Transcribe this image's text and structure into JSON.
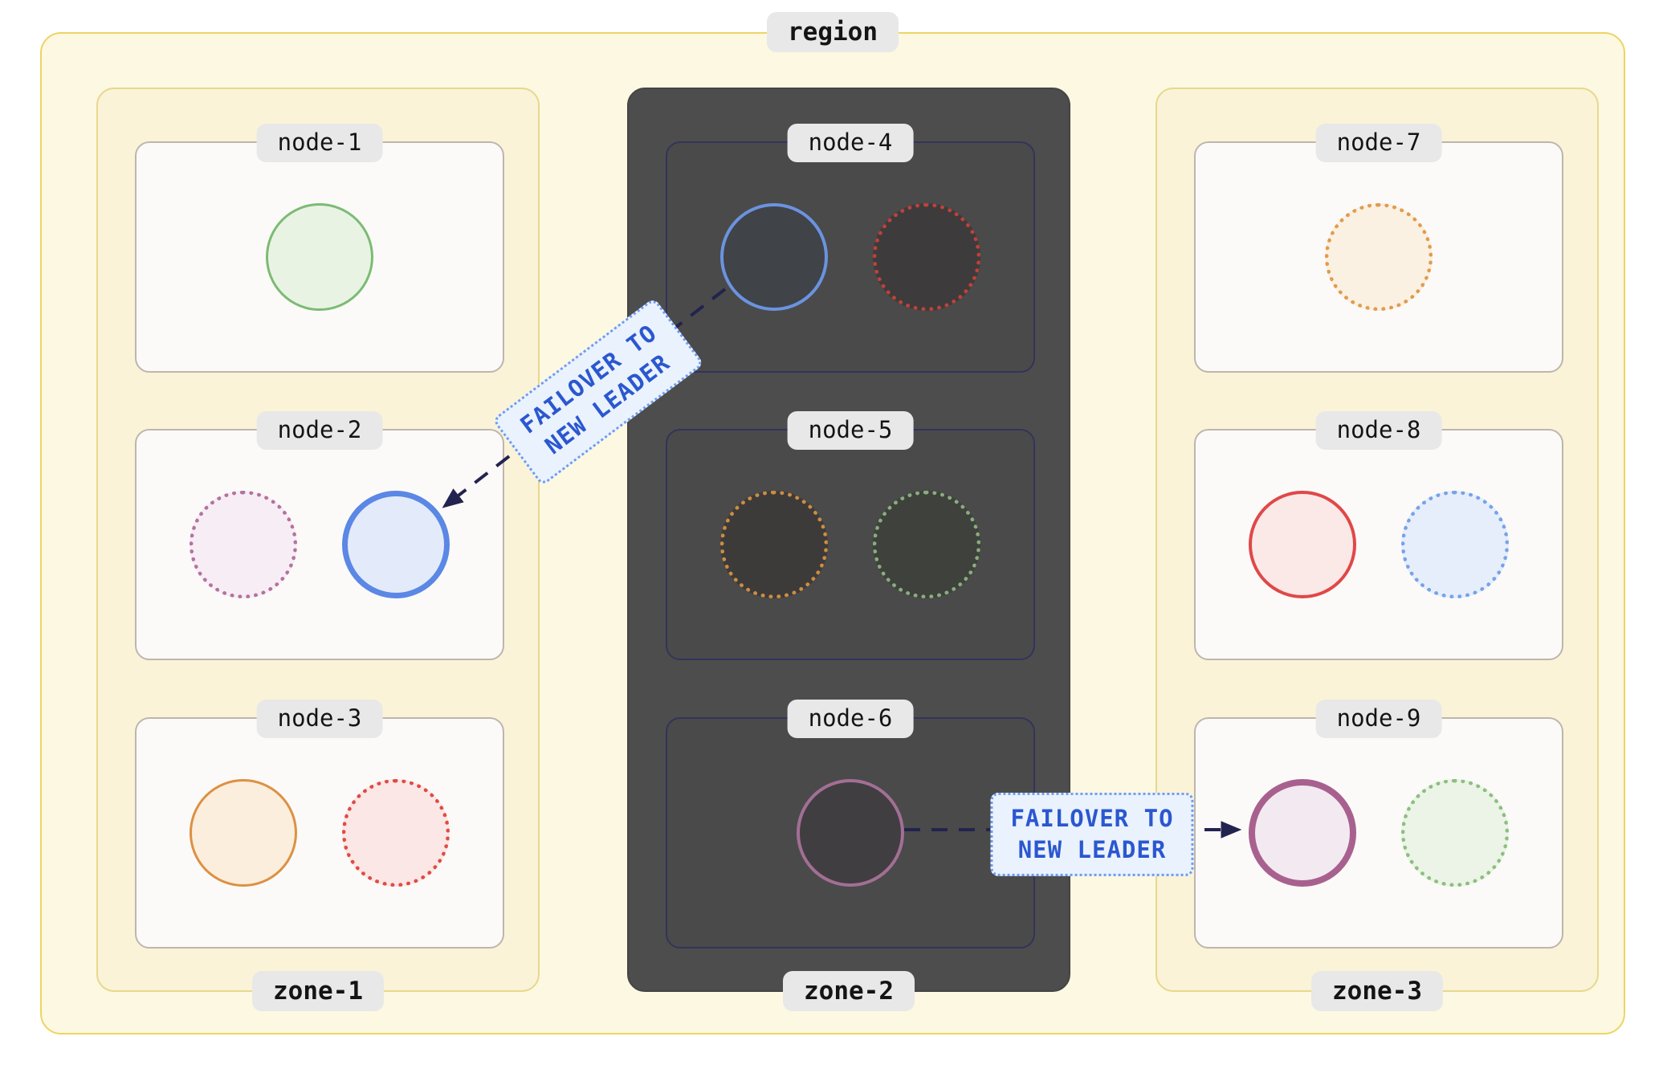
{
  "region": {
    "label": "region"
  },
  "zones": [
    {
      "label": "zone-1",
      "dark": false,
      "nodes": [
        {
          "label": "node-1",
          "circles": [
            {
              "border": "#7cbb74",
              "fill": "#e9f3e4",
              "style": "solid",
              "width": 3
            }
          ]
        },
        {
          "label": "node-2",
          "circles": [
            {
              "border": "#b4729f",
              "fill": "#f7eef5",
              "style": "dotted",
              "width": 5
            },
            {
              "border": "#5b87e5",
              "fill": "#e3ebfa",
              "style": "solid",
              "width": 7
            }
          ]
        },
        {
          "label": "node-3",
          "circles": [
            {
              "border": "#dd9043",
              "fill": "#fbeedd",
              "style": "solid",
              "width": 3
            },
            {
              "border": "#e04b43",
              "fill": "#fae7e6",
              "style": "dotted",
              "width": 5
            }
          ]
        }
      ]
    },
    {
      "label": "zone-2",
      "dark": true,
      "nodes": [
        {
          "label": "node-4",
          "circles": [
            {
              "border": "#6b93e0",
              "fill": "#404348",
              "style": "solid",
              "width": 4
            },
            {
              "border": "#c2403a",
              "fill": "#3d3b3b",
              "style": "dotted",
              "width": 5
            }
          ]
        },
        {
          "label": "node-5",
          "circles": [
            {
              "border": "#cd8d42",
              "fill": "#3d3b39",
              "style": "dotted",
              "width": 5
            },
            {
              "border": "#8aad7e",
              "fill": "#3e413c",
              "style": "dotted",
              "width": 5
            }
          ]
        },
        {
          "label": "node-6",
          "circles": [
            {
              "border": "#a26f95",
              "fill": "#413e41",
              "style": "solid",
              "width": 4
            }
          ]
        }
      ]
    },
    {
      "label": "zone-3",
      "dark": false,
      "nodes": [
        {
          "label": "node-7",
          "circles": [
            {
              "border": "#e29b4d",
              "fill": "#faf1e2",
              "style": "dotted",
              "width": 5
            }
          ]
        },
        {
          "label": "node-8",
          "circles": [
            {
              "border": "#e04848",
              "fill": "#fbe9e8",
              "style": "solid",
              "width": 4
            },
            {
              "border": "#76a3e8",
              "fill": "#e7eefb",
              "style": "dotted",
              "width": 5
            }
          ]
        },
        {
          "label": "node-9",
          "circles": [
            {
              "border": "#a8618e",
              "fill": "#f3eaf1",
              "style": "solid",
              "width": 8
            },
            {
              "border": "#8cbf7f",
              "fill": "#ebf4e6",
              "style": "dotted",
              "width": 5
            }
          ]
        }
      ]
    }
  ],
  "failovers": [
    {
      "from": "node-4",
      "to": "node-2",
      "line1": "FAILOVER TO",
      "line2": "NEW LEADER"
    },
    {
      "from": "node-6",
      "to": "node-9",
      "line1": "FAILOVER TO",
      "line2": "NEW LEADER"
    }
  ],
  "colors": {
    "arrow": "#23234f",
    "failover-text": "#2b57d0",
    "failover-bg": "#eaf2fd",
    "failover-border": "#6f9bef",
    "region-bg": "#fdf8e2",
    "region-border": "#edd463",
    "zone-bg": "#faf3d8",
    "zone-border": "#e7d88c",
    "zone-dark-bg": "#4d4d4d",
    "node-bg": "#fbfaf8",
    "node-border": "#bdb6ad",
    "node-dark-bg": "#4a4a4a",
    "node-dark-border": "#33335c",
    "pill-bg": "#e8e8e8",
    "text": "#141414"
  }
}
